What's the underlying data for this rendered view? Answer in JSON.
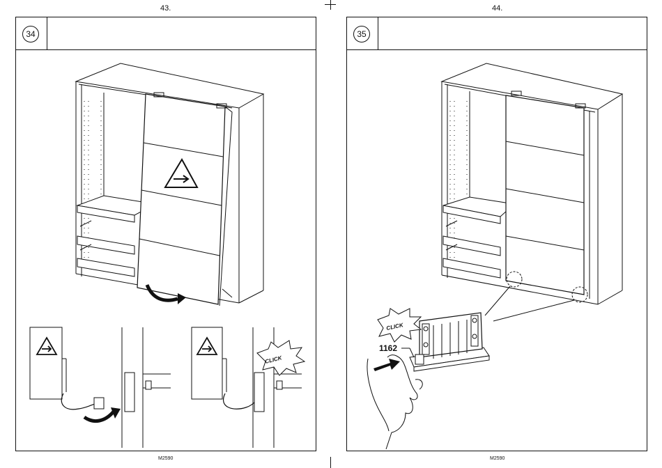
{
  "left_page": {
    "page_number": "43.",
    "step_number": "34",
    "footer_code": "M2590",
    "callout_right_label": "CLICK"
  },
  "right_page": {
    "page_number": "44.",
    "step_number": "35",
    "footer_code": "M2590",
    "click_label": "CLICK",
    "part_label": "1162"
  },
  "icons": [
    "warning-triangle-arrow-icon",
    "curved-arrow-icon",
    "push-arrow-icon",
    "hand-icon",
    "click-burst-icon"
  ]
}
